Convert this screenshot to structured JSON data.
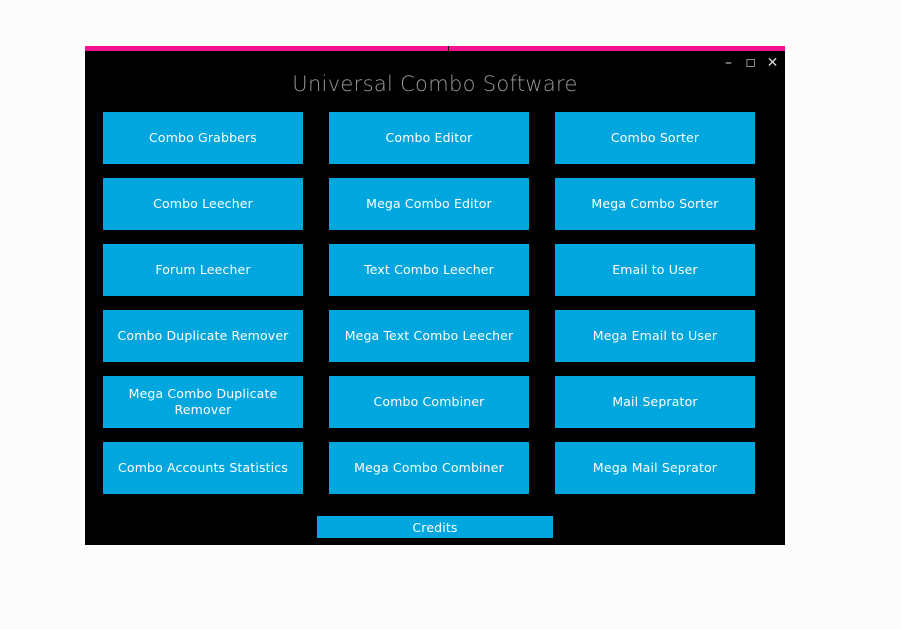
{
  "window": {
    "title": "Universal Combo Software",
    "accent_color": "#f4128f",
    "background_color": "#000000",
    "button_color": "#00a6de",
    "title_color": "#9a9a9a",
    "desktop_background": "#fcfcfc",
    "controls": {
      "minimize": "–",
      "maximize": "☐",
      "close": "✕"
    }
  },
  "grid": {
    "rows": [
      {
        "buttons": [
          {
            "label": "Combo Grabbers",
            "name": "combo-grabbers"
          },
          {
            "label": "Combo Editor",
            "name": "combo-editor"
          },
          {
            "label": "Combo Sorter",
            "name": "combo-sorter"
          }
        ]
      },
      {
        "buttons": [
          {
            "label": "Combo Leecher",
            "name": "combo-leecher"
          },
          {
            "label": "Mega Combo Editor",
            "name": "mega-combo-editor"
          },
          {
            "label": "Mega Combo Sorter",
            "name": "mega-combo-sorter"
          }
        ]
      },
      {
        "buttons": [
          {
            "label": "Forum Leecher",
            "name": "forum-leecher"
          },
          {
            "label": "Text Combo Leecher",
            "name": "text-combo-leecher"
          },
          {
            "label": "Email to User",
            "name": "email-to-user"
          }
        ]
      },
      {
        "buttons": [
          {
            "label": "Combo Duplicate Remover",
            "name": "combo-duplicate-remover"
          },
          {
            "label": "Mega Text Combo Leecher",
            "name": "mega-text-combo-leecher"
          },
          {
            "label": "Mega Email to User",
            "name": "mega-email-to-user"
          }
        ]
      },
      {
        "buttons": [
          {
            "label": "Mega Combo Duplicate Remover",
            "name": "mega-combo-duplicate-remover"
          },
          {
            "label": "Combo Combiner",
            "name": "combo-combiner"
          },
          {
            "label": "Mail Seprator",
            "name": "mail-seprator"
          }
        ]
      },
      {
        "buttons": [
          {
            "label": "Combo Accounts Statistics",
            "name": "combo-accounts-statistics"
          },
          {
            "label": "Mega Combo Combiner",
            "name": "mega-combo-combiner"
          },
          {
            "label": "Mega Mail Seprator",
            "name": "mega-mail-seprator"
          }
        ]
      }
    ]
  },
  "footer": {
    "credits_label": "Credits"
  }
}
